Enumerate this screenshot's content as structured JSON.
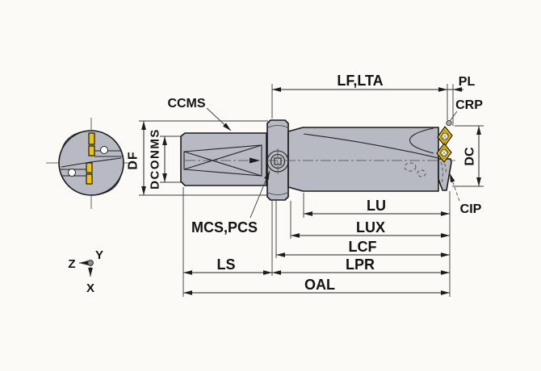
{
  "diagram": {
    "title": "Indexable insert drill dimension drawing",
    "colors": {
      "background": "#fbfaf6",
      "tool_body": "#b7b9c3",
      "insert_yellow": "#eec403",
      "outline": "#1b1b1b",
      "dimension_lines": "#222222",
      "coolant_hole": "#ffffff"
    },
    "labels": {
      "lf_lta": "LF,LTA",
      "pl": "PL",
      "crp": "CRP",
      "dc": "DC",
      "cip": "CIP",
      "lu": "LU",
      "lux": "LUX",
      "lcf": "LCF",
      "lpr": "LPR",
      "ls": "LS",
      "oal": "OAL",
      "ccms": "CCMS",
      "mcs_pcs": "MCS,PCS",
      "df": "DF",
      "dconms": "DCONMS"
    },
    "axes": {
      "z": "Z",
      "y": "Y",
      "x": "X"
    }
  }
}
